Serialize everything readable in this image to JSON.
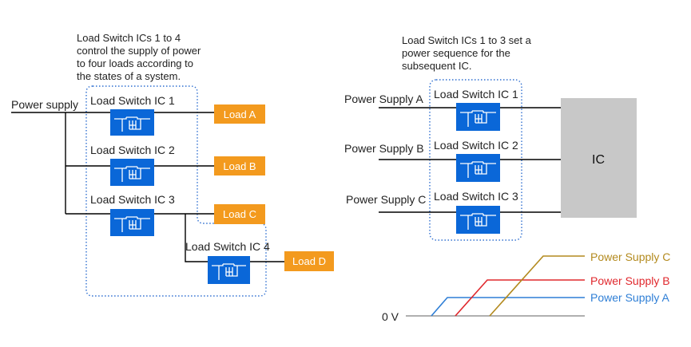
{
  "left": {
    "caption": [
      "Load Switch ICs 1 to 4",
      "control the supply of power",
      "to four loads according to",
      "the states of a system."
    ],
    "input_label": "Power supply",
    "switches": [
      "Load Switch IC 1",
      "Load Switch IC 2",
      "Load Switch IC 3",
      "Load Switch IC 4"
    ],
    "loads": [
      "Load A",
      "Load B",
      "Load C",
      "Load D"
    ]
  },
  "right": {
    "caption": [
      "Load Switch ICs 1 to 3 set a",
      "power sequence for the",
      "subsequent IC."
    ],
    "supplies": [
      "Power Supply A",
      "Power Supply B",
      "Power Supply C"
    ],
    "switches": [
      "Load Switch IC 1",
      "Load Switch IC 2",
      "Load Switch IC 3"
    ],
    "ic_label": "IC"
  },
  "timing": {
    "zero_label": "0 V",
    "series": [
      {
        "name": "Power Supply C",
        "color": "#b38a1e"
      },
      {
        "name": "Power Supply B",
        "color": "#e0282d"
      },
      {
        "name": "Power Supply A",
        "color": "#2f7fd6"
      }
    ]
  },
  "colors": {
    "chip": "#0a67d8",
    "load": "#f39a1e",
    "ic_block": "#c8c8c8",
    "dotted": "#2f6fd0"
  }
}
